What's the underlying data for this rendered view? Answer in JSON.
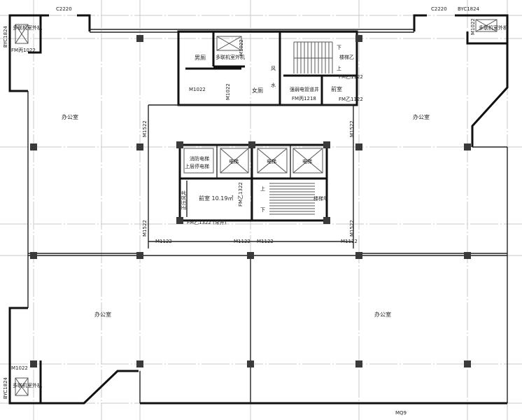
{
  "title": "办公楼标准层平面图",
  "windows": {
    "c2220_left": "C2220",
    "c2220_right": "C2220",
    "byc_top_right": "BYC1824",
    "byc_left_top": "BYC1824",
    "byc_left_bottom": "BYC1824",
    "mq": "MQ9"
  },
  "rooms": {
    "office_nw": "办公室",
    "office_ne": "办公室",
    "office_sw": "办公室",
    "office_se": "办公室",
    "mens_wc": "男厕",
    "womens_wc": "女厕",
    "ac_outdoor_core": "多联机室外机",
    "ac_outdoor_nw": "多联机室外机",
    "ac_outdoor_ne": "多联机室外机",
    "ac_outdoor_sw": "多联机室外机",
    "air_shaft": "风",
    "water_shaft": "水",
    "elec_shaft": "强弱电管道井",
    "front_room_top": "前室",
    "stair_b": "楼梯乙",
    "fire_elevator_1": "消防电梯",
    "fire_elevator_2": "上层停电梯",
    "elevator_1": "电梯",
    "elevator_2": "电梯",
    "elevator_3": "电梯",
    "front_room_core": "前室 10.19㎡",
    "stair_a": "楼梯甲",
    "pressure_shaft": "正压风井",
    "up": "上",
    "down": "下",
    "up2": "上",
    "down2": "下"
  },
  "doors": {
    "fm1022_nw": "FM丙1022",
    "fm1022_sw": "M1022",
    "fm1022_ne": "M1022",
    "m1022_a": "M1022",
    "m1022_b": "M1022",
    "m1022_c": "M1022",
    "fm1218": "FM丙1218",
    "fmc1122_a": "FM乙1122",
    "fmc1122_b": "FM乙1122",
    "fm1322": "FM乙1322 (常开)",
    "fm1322_v": "FM乙1322",
    "m1522_a": "M1522",
    "m1522_b": "M1522",
    "m1522_c": "M1522",
    "m1522_d": "M1522",
    "m1122_a": "M1122",
    "m1122_b": "M1122",
    "m1122_c": "M1122",
    "m1122_d": "M1122"
  }
}
